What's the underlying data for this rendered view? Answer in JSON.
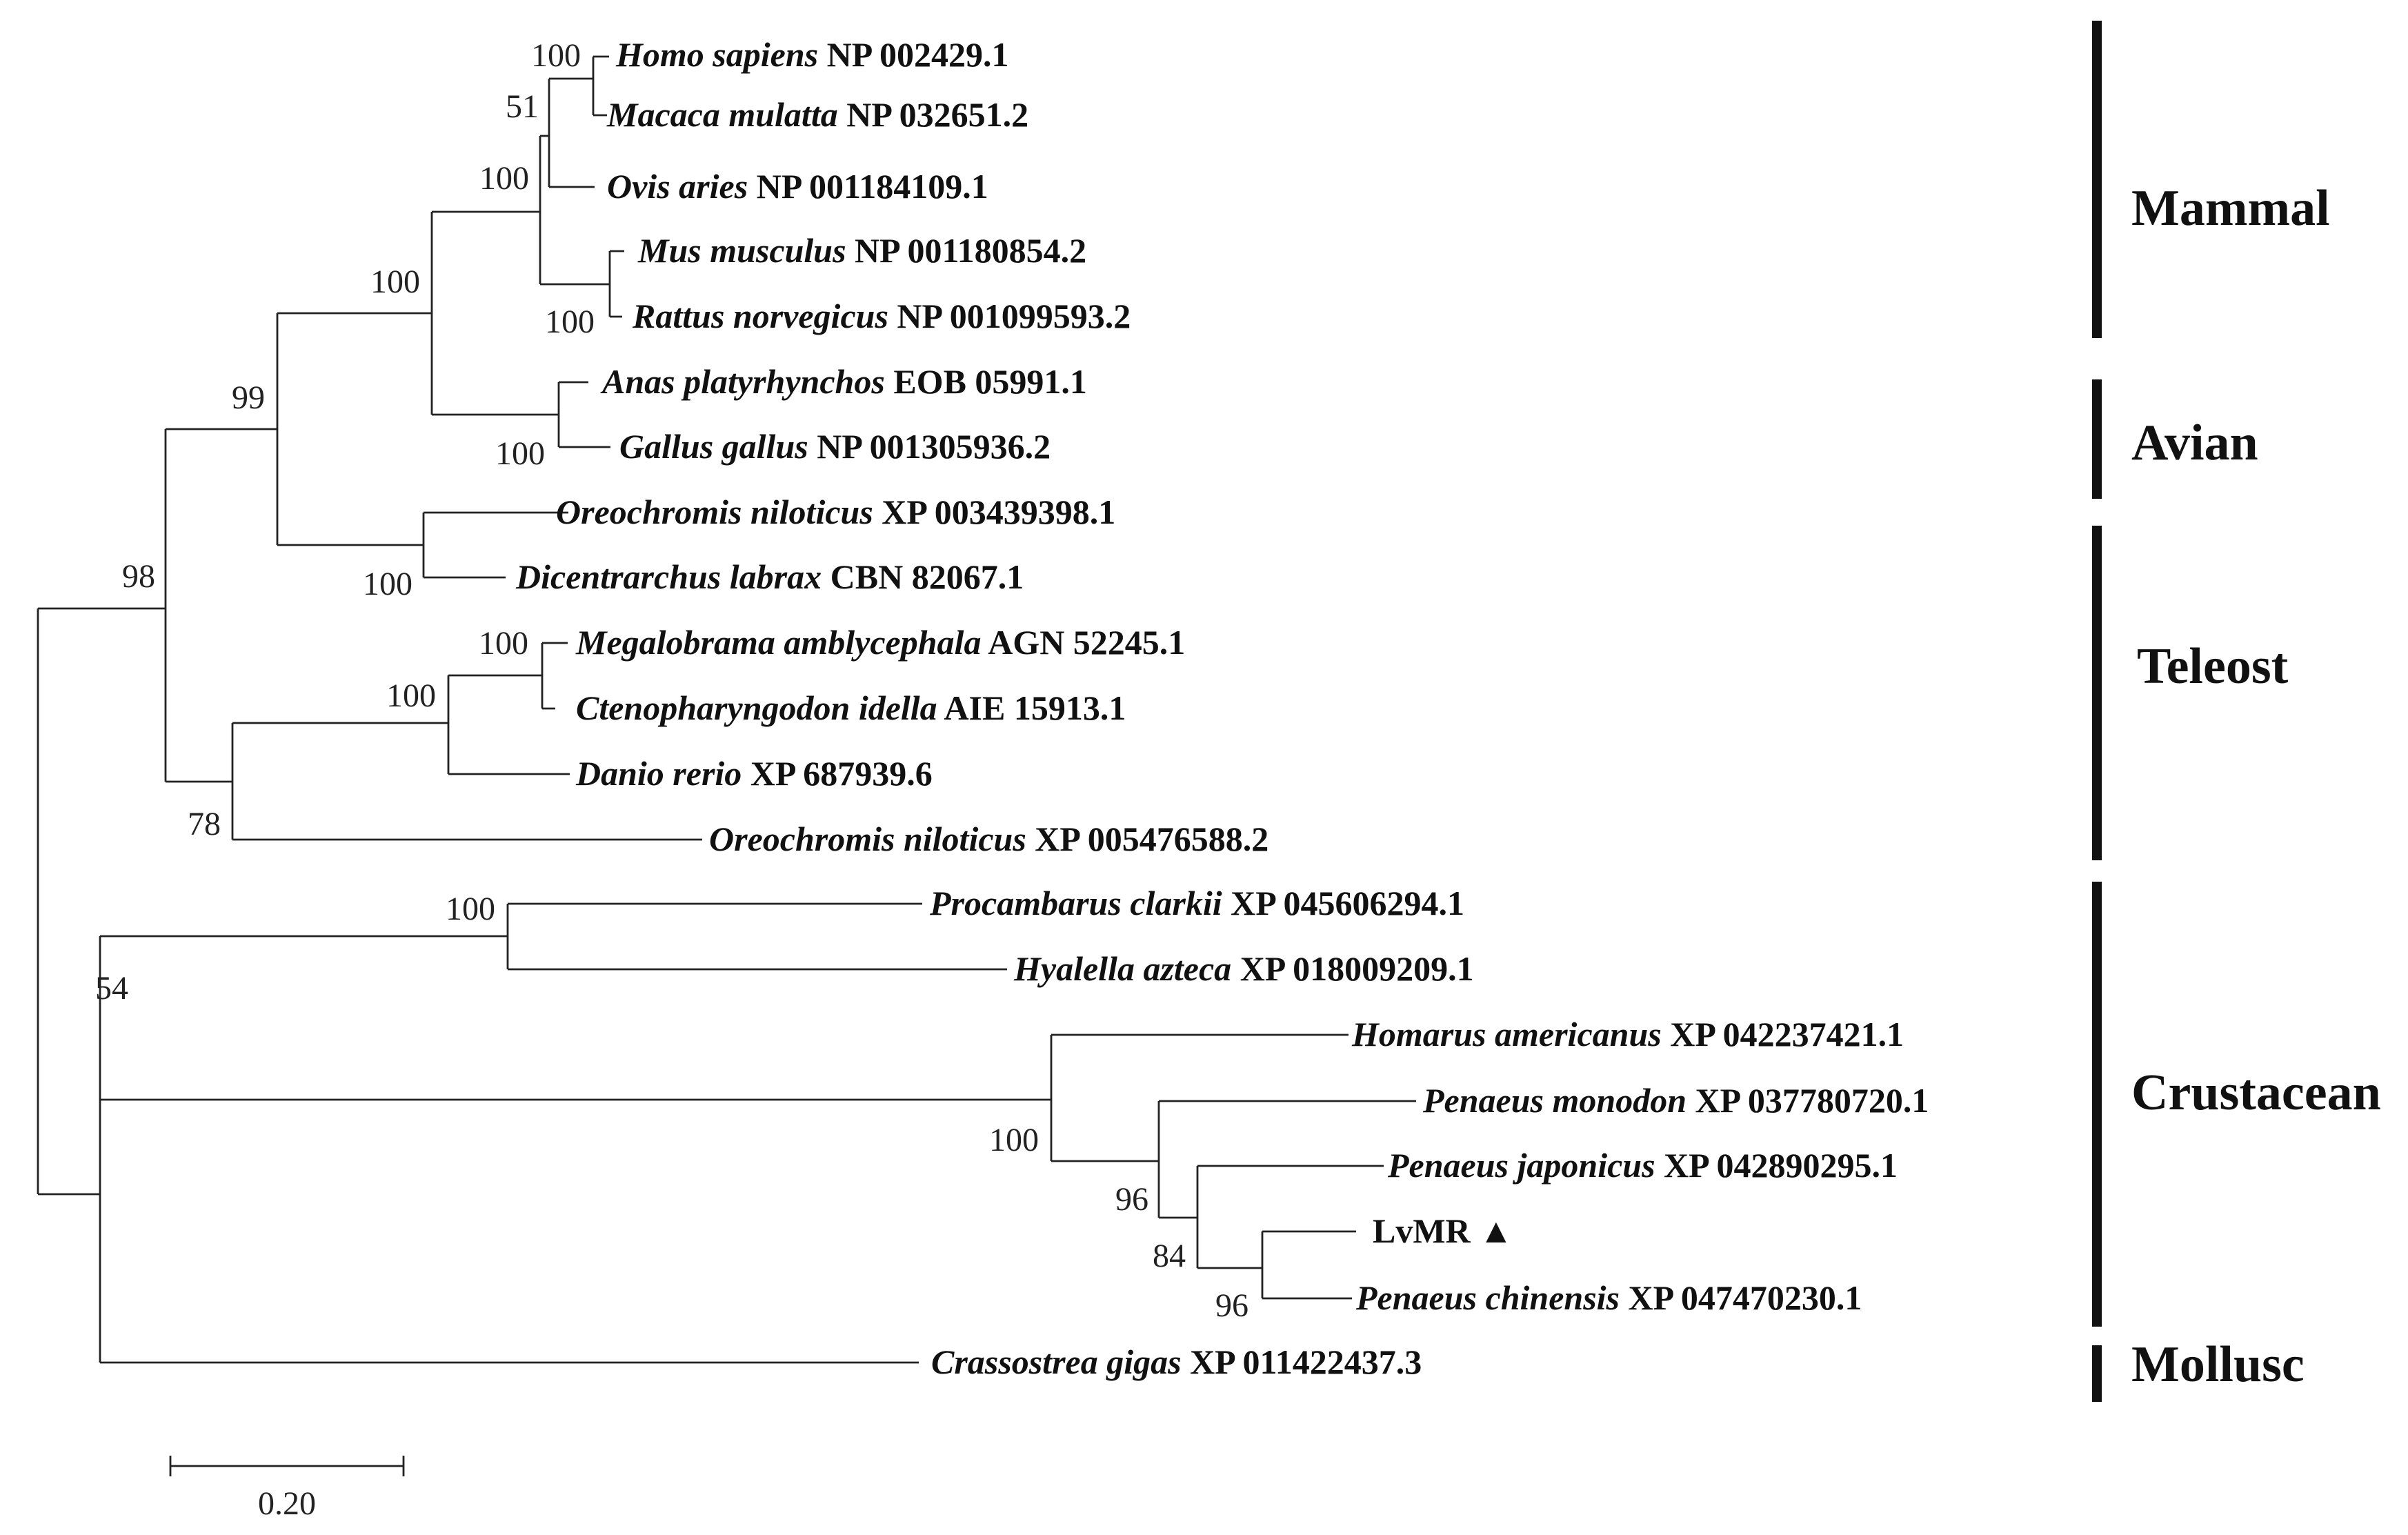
{
  "taxa": [
    {
      "species": "Homo sapiens",
      "accession": "NP 002429.1"
    },
    {
      "species": "Macaca mulatta",
      "accession": "NP 032651.2"
    },
    {
      "species": "Ovis aries",
      "accession": "NP 001184109.1"
    },
    {
      "species": "Mus musculus",
      "accession": "NP 001180854.2"
    },
    {
      "species": "Rattus norvegicus",
      "accession": "NP 001099593.2"
    },
    {
      "species": "Anas platyrhynchos",
      "accession": "EOB 05991.1"
    },
    {
      "species": "Gallus gallus",
      "accession": "NP 001305936.2"
    },
    {
      "species": "Oreochromis niloticus",
      "accession": "XP 003439398.1"
    },
    {
      "species": "Dicentrarchus labrax",
      "accession": "CBN 82067.1"
    },
    {
      "species": "Megalobrama amblycephala",
      "accession": "AGN 52245.1"
    },
    {
      "species": "Ctenopharyngodon idella",
      "accession": "AIE 15913.1"
    },
    {
      "species": "Danio rerio",
      "accession": "XP 687939.6"
    },
    {
      "species": "Oreochromis niloticus",
      "accession": "XP 005476588.2"
    },
    {
      "species": "Procambarus clarkii",
      "accession": "XP 045606294.1"
    },
    {
      "species": "Hyalella azteca",
      "accession": "XP 018009209.1"
    },
    {
      "species": "Homarus americanus",
      "accession": "XP 042237421.1"
    },
    {
      "species": "Penaeus monodon",
      "accession": "XP 037780720.1"
    },
    {
      "species": "Penaeus japonicus",
      "accession": "XP 042890295.1"
    },
    {
      "species": "",
      "accession": "LvMR ▲"
    },
    {
      "species": "Penaeus chinensis",
      "accession": "XP 047470230.1"
    },
    {
      "species": "Crassostrea gigas",
      "accession": "XP 011422437.3"
    }
  ],
  "bootstrap": {
    "homo_macaca": "100",
    "primates_ovis": "51",
    "mammals": "100",
    "mus_rattus": "100",
    "mammal_avian": "100",
    "anas_gallus": "100",
    "tetrapod_teleost": "99",
    "oreochromis_dicentrarchus": "100",
    "megalobrama_ctenopharyngodon": "100",
    "cyprinids": "100",
    "teleost_group2": "78",
    "vertebrates": "98",
    "procambarus_hyalella": "100",
    "crustaceans": "54",
    "homarus_penaeus": "100",
    "penaeus_monodon_clade": "96",
    "penaeus_japonicus_clade": "84",
    "lvmr_chinensis": "96"
  },
  "groups": [
    "Mammal",
    "Avian",
    "Teleost",
    "Crustacean",
    "Mollusc"
  ],
  "scale_bar": {
    "label": "0.20"
  }
}
